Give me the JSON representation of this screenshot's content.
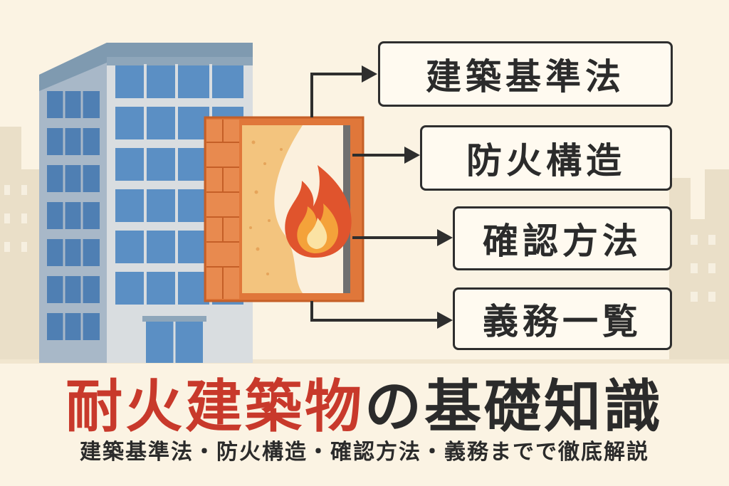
{
  "labels": [
    "建築基準法",
    "防火構造",
    "確認方法",
    "義務一覧"
  ],
  "title": {
    "highlight": "耐火建築物",
    "rest": "の基礎知識",
    "highlight_color": "#c8392b",
    "rest_color": "#2b2b2b"
  },
  "subtitle": "建築基準法・防火構造・確認方法・義務までで徹底解説",
  "icons": {
    "building": "building-icon",
    "wall": "fire-resistant-wall-icon",
    "fire": "flame-icon",
    "arrow": "arrow-right-icon"
  },
  "colors": {
    "background": "#fbf3e3",
    "brick": "#e0773a",
    "flame": "#e0542d",
    "window": "#5b8fc4"
  }
}
